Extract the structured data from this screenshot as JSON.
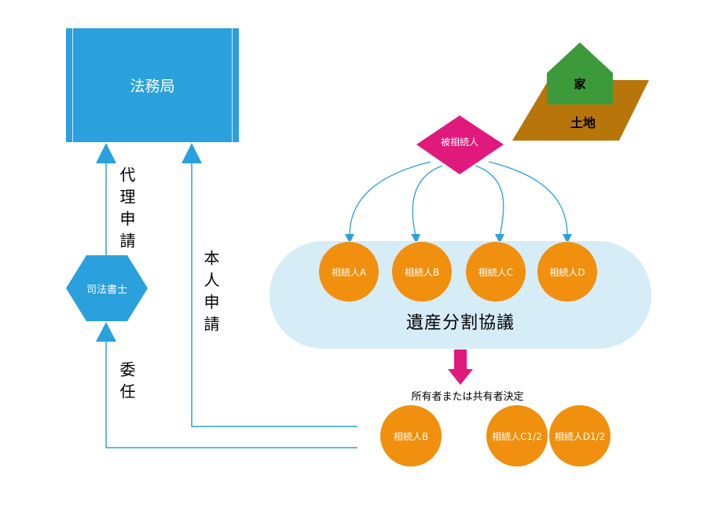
{
  "colors": {
    "bureau": "#2aa0dc",
    "heir": "#f0900e",
    "decedent": "#e0197d",
    "council_bg": "#d6ecf7",
    "house": "#3d9a3a",
    "land": "#b8760a",
    "line": "#2aa0dc"
  },
  "bureau": {
    "label": "法務局"
  },
  "scrivener": {
    "label": "司法書士"
  },
  "proxy_application": {
    "label": "代理申請"
  },
  "self_application": {
    "label": "本人申請"
  },
  "entrustment": {
    "label": "委任"
  },
  "property": {
    "house": "家",
    "land": "土地"
  },
  "decedent": {
    "label": "被相続人"
  },
  "council": {
    "title": "遺産分割協議",
    "heirs": [
      "相続人A",
      "相続人B",
      "相続人C",
      "相続人D"
    ]
  },
  "decision": {
    "label": "所有者または共有者決定",
    "owners": [
      "相続人B",
      "相続人C1/2",
      "相続人D1/2"
    ]
  }
}
